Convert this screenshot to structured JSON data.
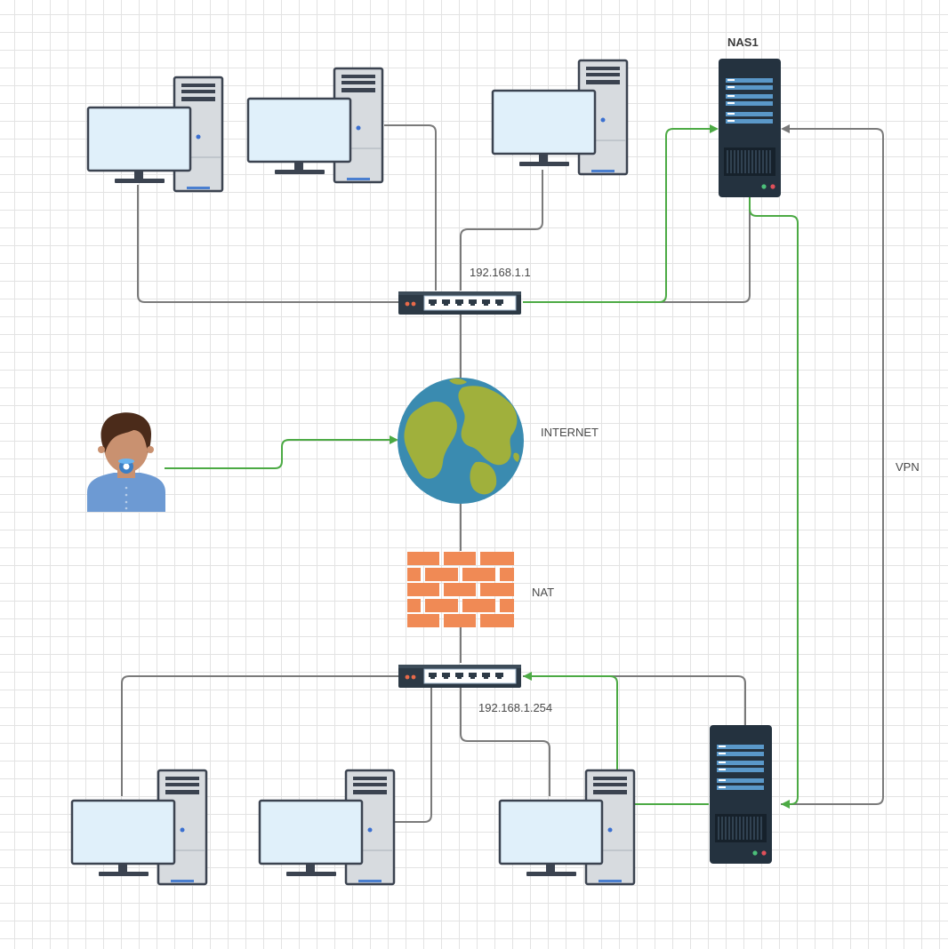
{
  "labels": {
    "nas1": "NAS1",
    "router_top_ip": "192.168.1.1",
    "internet": "INTERNET",
    "nat": "NAT",
    "router_bottom_ip": "192.168.1.254",
    "vpn": "VPN"
  },
  "colors": {
    "gray_link": "#7a7a7a",
    "green_link": "#4caa44",
    "monitor_screen": "#e0f0fa",
    "monitor_frame": "#3b4350",
    "tower_body": "#d7dbdf",
    "server_body": "#24323f",
    "globe_water": "#3a8bb0",
    "globe_land": "#a0b03c",
    "brick": "#f08a55",
    "person_shirt": "#6d9ad3",
    "person_skin": "#c99170",
    "person_hair": "#4b2b1a"
  },
  "icons": [
    "workstation-icon",
    "router-icon",
    "server-icon",
    "globe-icon",
    "firewall-icon",
    "person-icon"
  ]
}
